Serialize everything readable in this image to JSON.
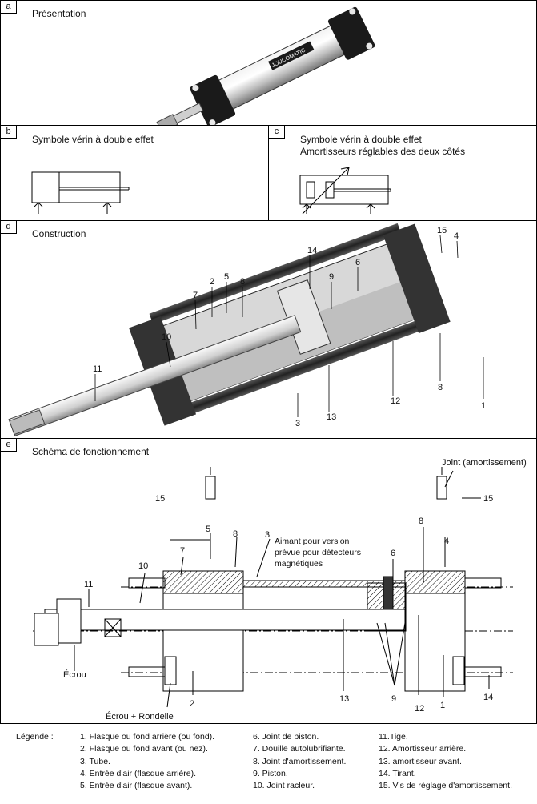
{
  "panels": {
    "a": {
      "tag": "a",
      "title": "Présentation"
    },
    "b": {
      "tag": "b",
      "title": "Symbole vérin à double effet"
    },
    "c": {
      "tag": "c",
      "title_line1": "Symbole vérin à double effet",
      "title_line2": "Amortisseurs réglables des deux côtés"
    },
    "d": {
      "tag": "d",
      "title": "Construction"
    },
    "e": {
      "tag": "e",
      "title": "Schéma de fonctionnement"
    }
  },
  "product_brand": "JOUCOMATIC",
  "construction_callouts": [
    "15",
    "4",
    "14",
    "6",
    "9",
    "2",
    "5",
    "8",
    "7",
    "10",
    "11",
    "12",
    "8",
    "1",
    "3",
    "13"
  ],
  "schema": {
    "joint_label": "Joint (amortissement)",
    "magnet_note_line1": "Aimant pour version",
    "magnet_note_line2": "prévue pour détecteurs",
    "magnet_note_line3": "magnétiques",
    "ecrou": "Écrou",
    "ecrou_rondelle": "Écrou + Rondelle",
    "callouts": [
      "15",
      "15",
      "5",
      "8",
      "3",
      "6",
      "8",
      "4",
      "10",
      "7",
      "11",
      "2",
      "13",
      "9",
      "12",
      "1",
      "14"
    ]
  },
  "legend": {
    "heading": "Légende :",
    "items": [
      "1. Flasque ou fond arrière (ou fond).",
      "2. Flasque ou fond avant (ou nez).",
      "3. Tube.",
      "4. Entrée d'air (flasque arrière).",
      "5. Entrée d'air (flasque avant).",
      "6. Joint de piston.",
      "7. Douille autolubrifiante.",
      "8. Joint d'amortissement.",
      "9. Piston.",
      "10. Joint racleur.",
      "11.Tige.",
      "12. Amortisseur arrière.",
      "13. amortisseur avant.",
      "14. Tirant.",
      "15. Vis de réglage d'amortissement."
    ]
  }
}
